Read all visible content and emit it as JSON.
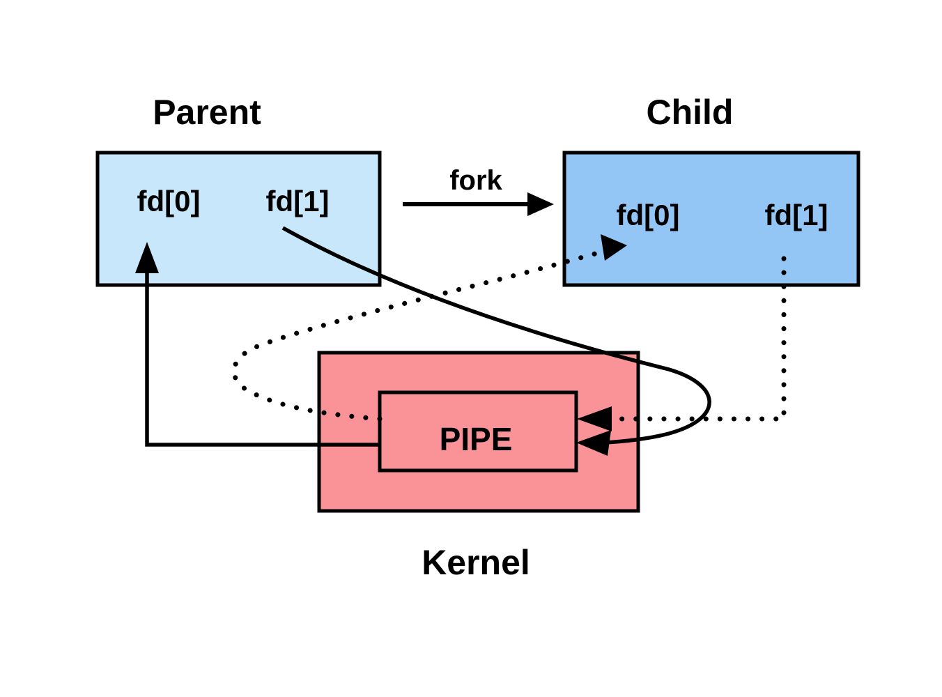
{
  "diagram": {
    "title_parent": "Parent",
    "title_child": "Child",
    "title_kernel": "Kernel",
    "fork_label": "fork",
    "pipe_label": "PIPE",
    "parent_fd0": "fd[0]",
    "parent_fd1": "fd[1]",
    "child_fd0": "fd[0]",
    "child_fd1": "fd[1]",
    "colors": {
      "parent_box_fill": "#c9e7fa",
      "child_box_fill": "#93c6f5",
      "kernel_box_fill": "#fa9397",
      "pipe_box_fill": "#fa9397",
      "stroke": "#000000",
      "background": "#ffffff"
    },
    "icons": {
      "arrowhead_fork": "arrow-right-icon",
      "arrowhead_parent_read": "arrow-up-icon",
      "arrowhead_child_read": "arrow-right-icon",
      "arrowhead_pipe_write_solid": "arrow-left-icon",
      "arrowhead_pipe_write_dotted": "arrow-left-icon"
    },
    "connections": [
      {
        "name": "parent-write-to-pipe",
        "style": "solid",
        "from": "parent.fd[1]",
        "to": "pipe"
      },
      {
        "name": "pipe-to-parent-read",
        "style": "solid",
        "from": "pipe",
        "to": "parent.fd[0]"
      },
      {
        "name": "child-write-to-pipe",
        "style": "dotted",
        "from": "child.fd[1]",
        "to": "pipe"
      },
      {
        "name": "pipe-to-child-read",
        "style": "dotted",
        "from": "pipe",
        "to": "child.fd[0]"
      },
      {
        "name": "fork-transition",
        "style": "solid",
        "from": "parent",
        "to": "child"
      }
    ]
  }
}
